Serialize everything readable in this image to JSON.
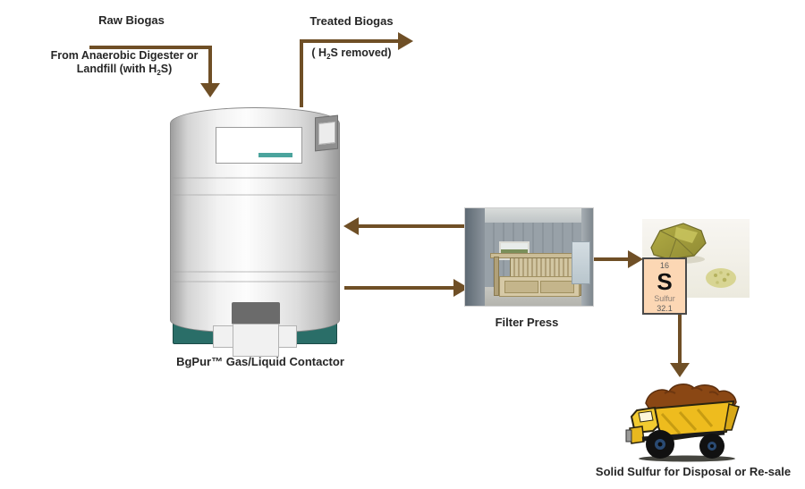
{
  "colors": {
    "arrow_brown": "#6F4F26",
    "tank_base_teal": "#2A6E68",
    "display_bar_teal": "#4BA49D",
    "tile_bg_peach": "#FCD7B4",
    "truck_yellow": "#EEBC1E",
    "load_brown": "#8A4714",
    "sulfur_olive": "#A5A040",
    "text": "#262626"
  },
  "flows": {
    "raw_in": {
      "title": "Raw Biogas",
      "sub_line1": "From Anaerobic Digester or",
      "sub_line2_pre": "Landfill (with H",
      "sub_line2_sub": "2",
      "sub_line2_post": "S)"
    },
    "treated_out": {
      "title": "Treated Biogas",
      "sub_pre": "( H",
      "sub_sub": "2",
      "sub_post": "S removed)"
    }
  },
  "contactor": {
    "label": "BgPur™ Gas/Liquid Contactor"
  },
  "filter_press": {
    "label": "Filter Press"
  },
  "sulfur": {
    "tile": {
      "atomic_number": "16",
      "symbol": "S",
      "name": "Sulfur",
      "atomic_mass": "32.1"
    }
  },
  "disposal": {
    "label": "Solid Sulfur for Disposal or Re-sale"
  }
}
